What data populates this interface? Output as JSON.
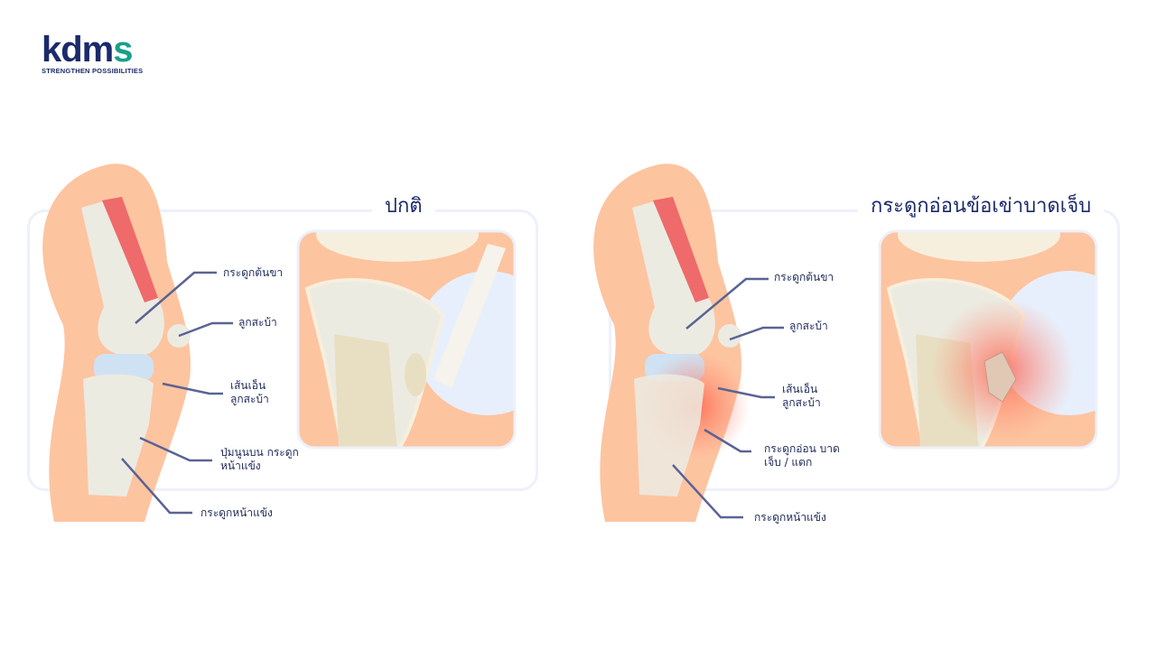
{
  "logo": {
    "word_main": "kdm",
    "word_accent": "s",
    "tagline": "STRENGTHEN POSSIBILITIES"
  },
  "normal": {
    "title": "ปกติ",
    "labels": [
      "กระดูกต้นขา",
      "ลูกสะบ้า",
      "เส้นเอ็น ลูกสะบ้า",
      "ปุ่มนูนบน กระดูกหน้าแข้ง",
      "กระดูกหน้าแข้ง"
    ]
  },
  "injured": {
    "title": "กระดูกอ่อนข้อเข่าบาดเจ็บ",
    "labels": [
      "กระดูกต้นขา",
      "ลูกสะบ้า",
      "เส้นเอ็น ลูกสะบ้า",
      "กระดูกอ่อน บาดเจ็บ / แตก",
      "กระดูกหน้าแข้ง"
    ]
  },
  "colors": {
    "skin": "#fdc4a0",
    "bone": "#ecebe2",
    "muscle": "#ef6a6a",
    "line": "#5a6394",
    "inflame": "#ff6b55"
  }
}
